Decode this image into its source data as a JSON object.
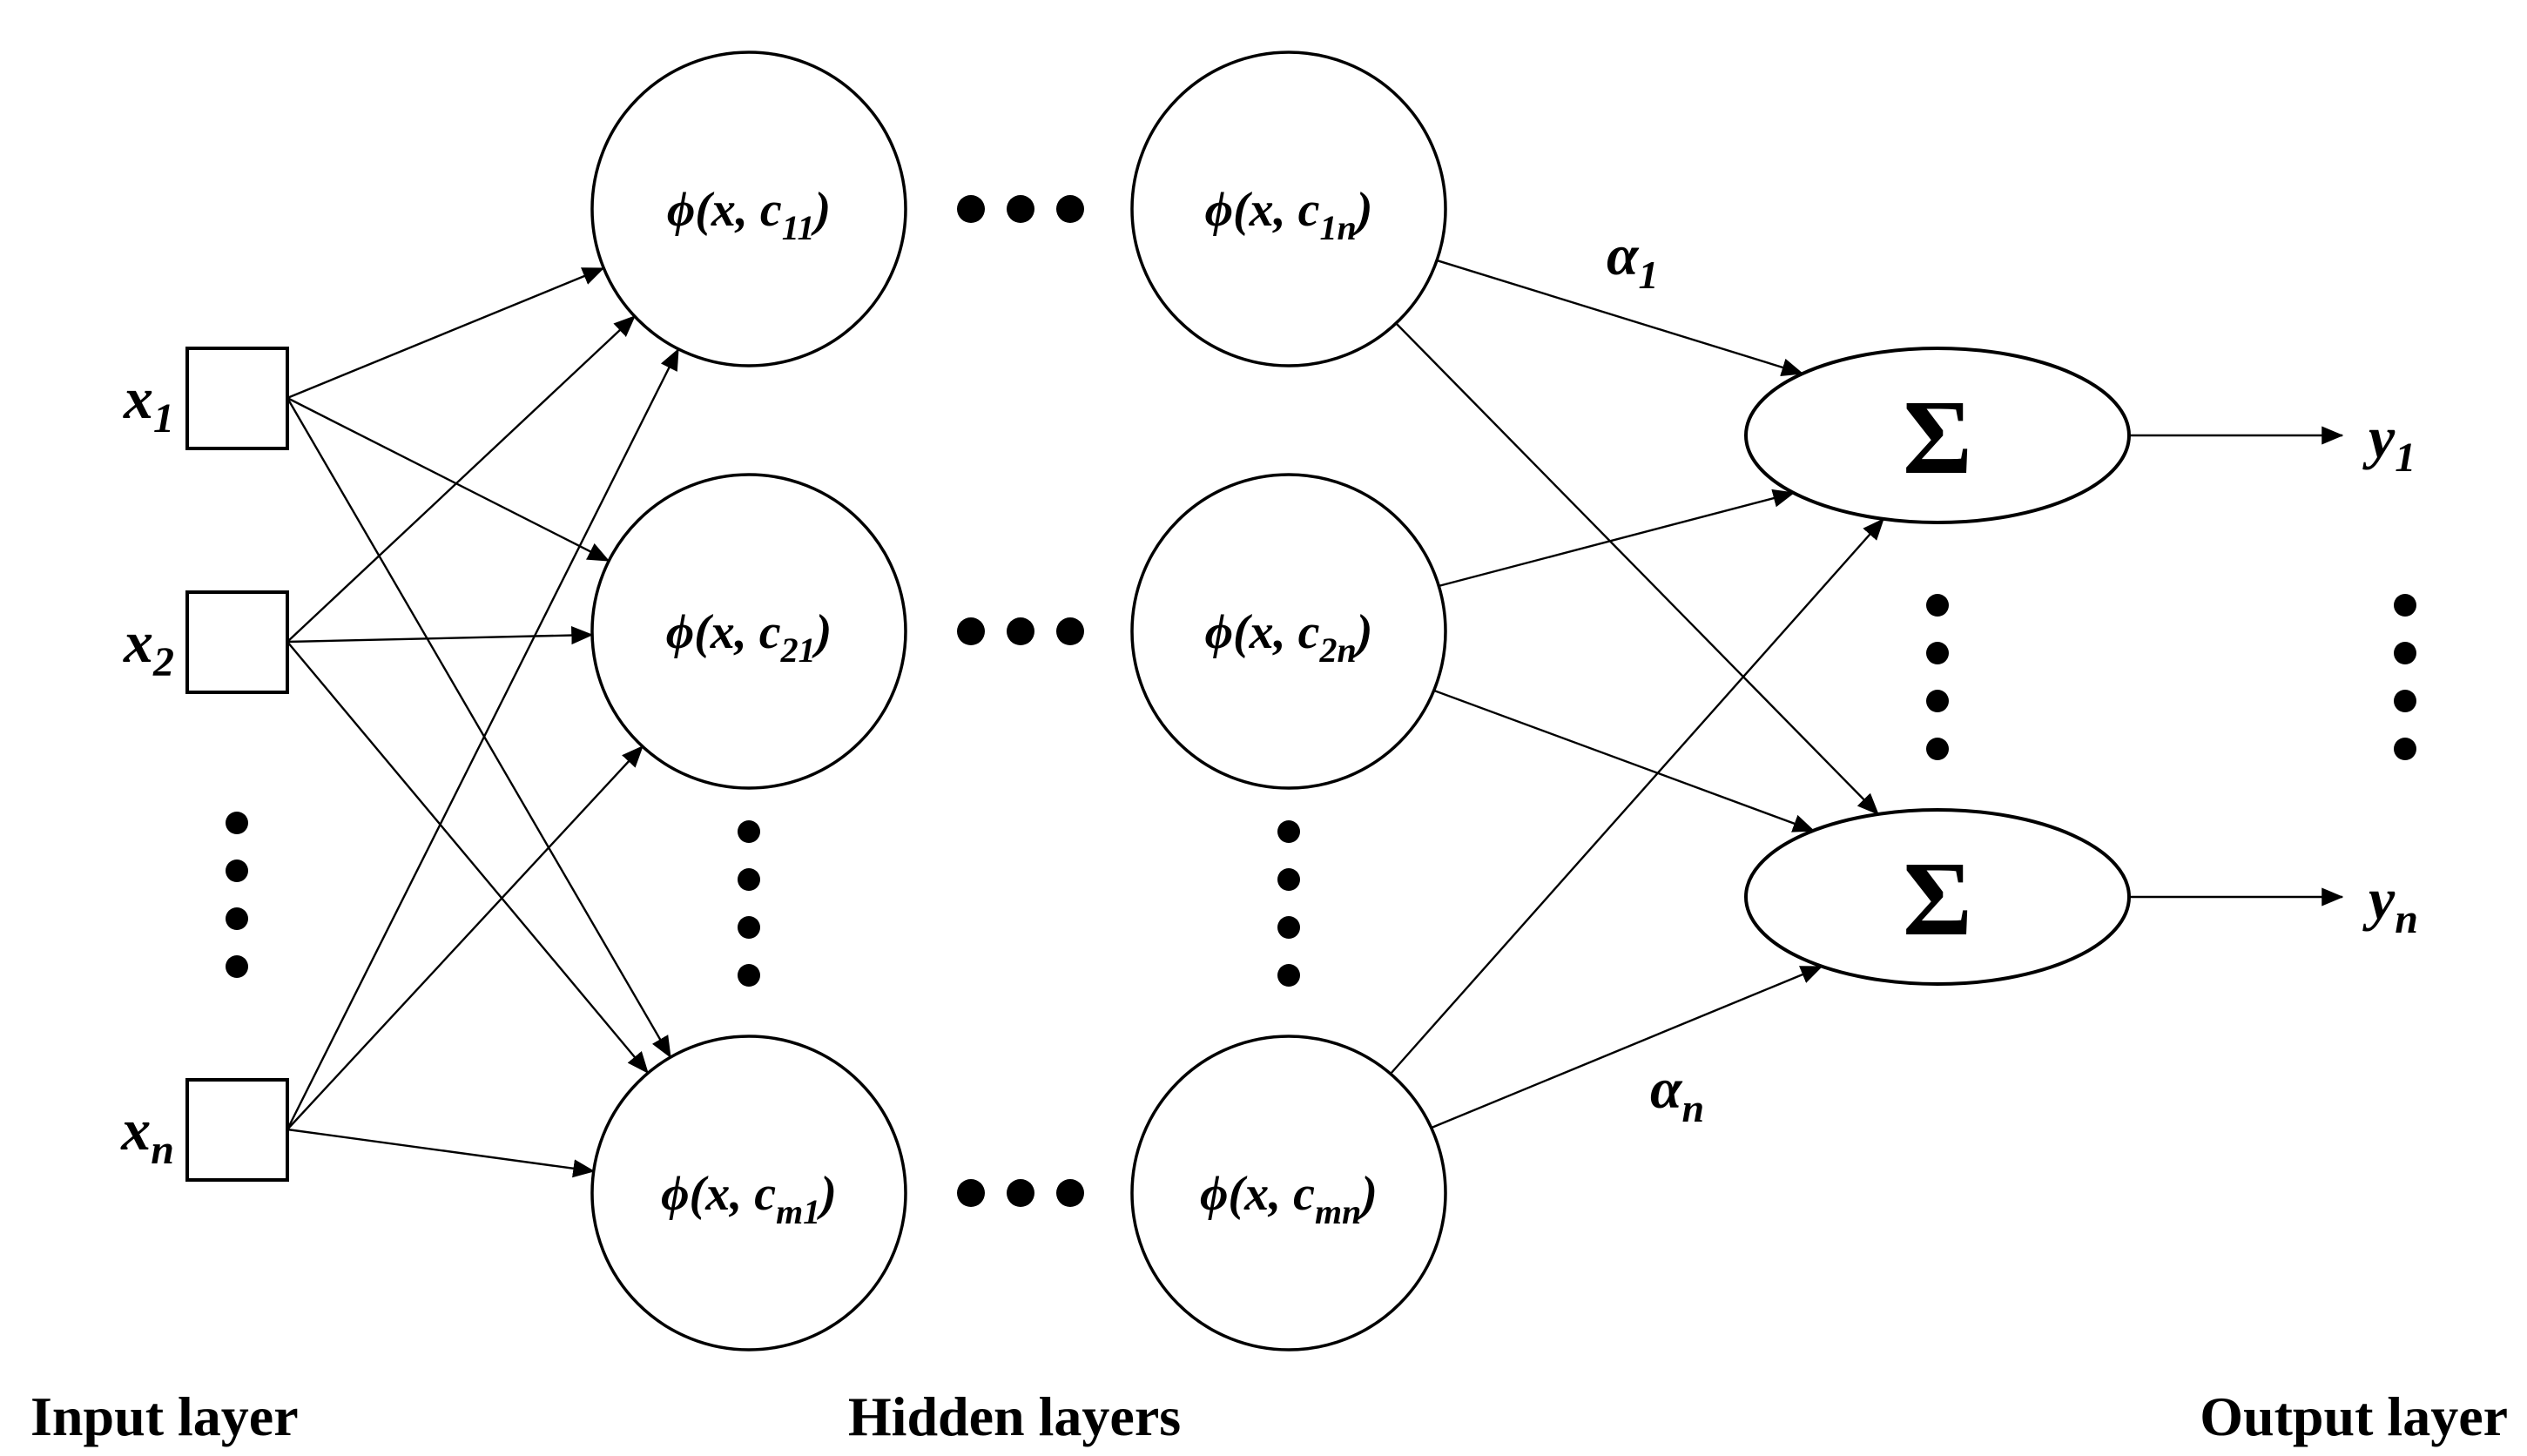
{
  "nodes": {
    "inputs": [
      {
        "base": "x",
        "sub": "1"
      },
      {
        "base": "x",
        "sub": "2"
      },
      {
        "base": "x",
        "sub": "n"
      }
    ],
    "hidden_col1": [
      {
        "pre": "ϕ(x, c",
        "sub": "11",
        "post": ")"
      },
      {
        "pre": "ϕ(x, c",
        "sub": "21",
        "post": ")"
      },
      {
        "pre": "ϕ(x, c",
        "sub": "m1",
        "post": ")"
      }
    ],
    "hidden_col2": [
      {
        "pre": "ϕ(x, c",
        "sub": "1n",
        "post": ")"
      },
      {
        "pre": "ϕ(x, c",
        "sub": "2n",
        "post": ")"
      },
      {
        "pre": "ϕ(x, c",
        "sub": "mn",
        "post": ")"
      }
    ],
    "outputs": [
      {
        "symbol": "Σ"
      },
      {
        "symbol": "Σ"
      }
    ],
    "output_labels": [
      {
        "base": "y",
        "sub": "1"
      },
      {
        "base": "y",
        "sub": "n"
      }
    ]
  },
  "weights": [
    {
      "base": "α",
      "sub": "1"
    },
    {
      "base": "α",
      "sub": "n"
    }
  ],
  "layer_labels": {
    "input": "Input layer",
    "hidden": "Hidden layers",
    "output": "Output layer"
  }
}
